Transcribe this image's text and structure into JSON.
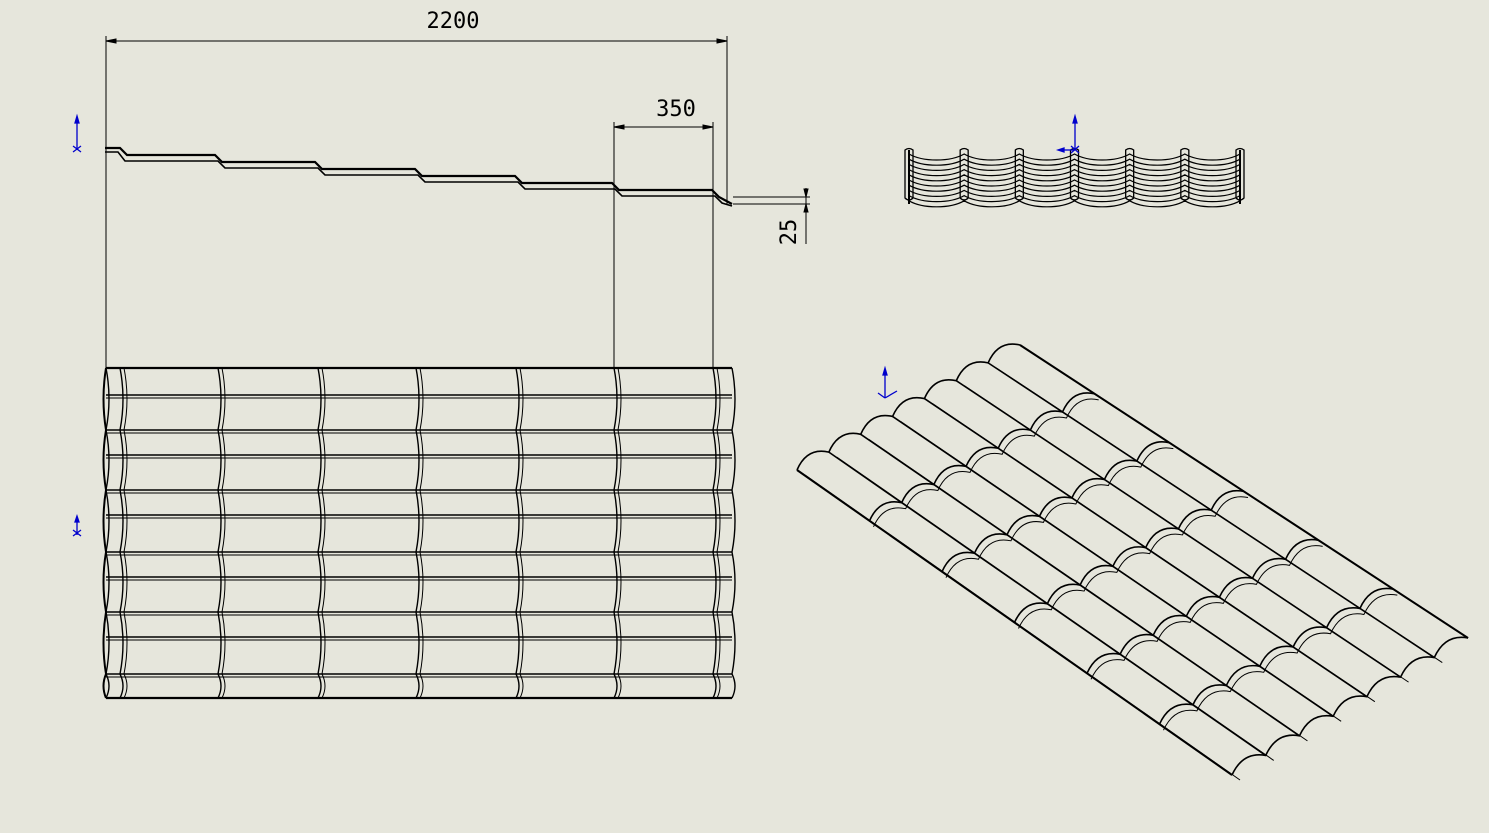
{
  "dimensions": {
    "overall_length": "2200",
    "step_pitch": "350",
    "step_height": "25"
  },
  "colors": {
    "background": "#e6e6dc",
    "line": "#000000",
    "triad": "#0000cc"
  }
}
